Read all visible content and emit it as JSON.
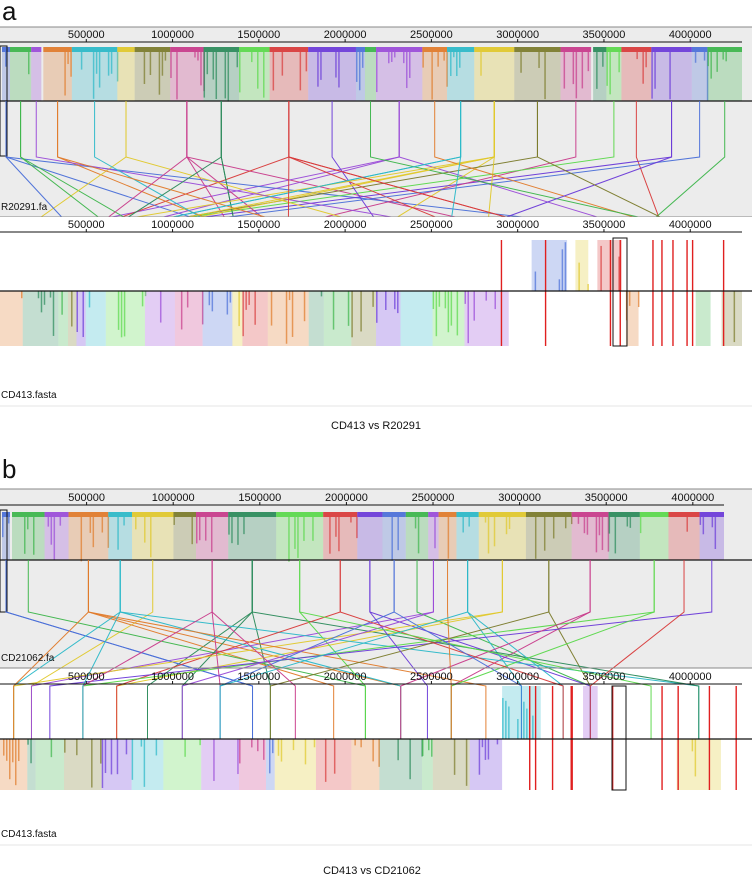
{
  "panels": [
    {
      "letter": "a",
      "top_seq": "R20291.fa",
      "bottom_seq": "CD413.fasta",
      "caption": "CD413 vs R20291",
      "top_ticks": [
        "500000",
        "1000000",
        "1500000",
        "2000000",
        "2500000",
        "3000000",
        "3500000",
        "4000000"
      ],
      "bottom_ticks": [
        "500000",
        "1000000",
        "1500000",
        "2000000",
        "2500000",
        "3000000",
        "3500000",
        "4000000"
      ]
    },
    {
      "letter": "b",
      "top_seq": "CD21062.fa",
      "bottom_seq": "CD413.fasta",
      "caption": "CD413 vs CD21062",
      "top_ticks": [
        "500000",
        "1000000",
        "1500000",
        "2000000",
        "2500000",
        "3000000",
        "3500000",
        "4000000"
      ],
      "bottom_ticks": [
        "500000",
        "1000000",
        "1500000",
        "2000000",
        "2500000",
        "3000000",
        "3500000",
        "4000000"
      ]
    }
  ],
  "palette": [
    "#4a6fd8",
    "#3cb54a",
    "#9a4ad8",
    "#e07a2a",
    "#2ab8c8",
    "#e0c82a",
    "#7a7a2a",
    "#c83a8a",
    "#2a8a5a",
    "#5ad84a",
    "#d83a3a",
    "#6a3ad8"
  ]
}
